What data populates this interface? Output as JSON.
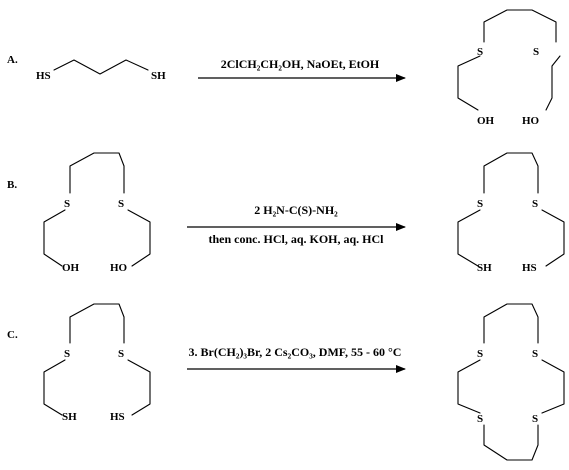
{
  "scheme": {
    "step_a": {
      "label": "A.",
      "reactant": {
        "left_group": "HS",
        "right_group": "SH"
      },
      "conditions": "2ClCH₂CH₂OH, NaOEt, EtOH",
      "product": {
        "s_left": "S",
        "s_right": "S",
        "end_left": "OH",
        "end_right": "HO"
      }
    },
    "step_b": {
      "label": "B.",
      "reactant": {
        "s_left": "S",
        "s_right": "S",
        "end_left": "OH",
        "end_right": "HO"
      },
      "conditions_top": "2 H₂N-C(S)-NH₂",
      "conditions_bottom": "then conc. HCl, aq. KOH, aq. HCl",
      "product": {
        "s_left": "S",
        "s_right": "S",
        "end_left": "SH",
        "end_right": "HS"
      }
    },
    "step_c": {
      "label": "C.",
      "reactant": {
        "s_left": "S",
        "s_right": "S",
        "end_left": "SH",
        "end_right": "HS"
      },
      "conditions": "3. Br(CH₂)₃Br, 2  Cs₂CO₃, DMF, 55 - 60 °C",
      "product": {
        "s_top_left": "S",
        "s_top_right": "S",
        "s_bottom_left": "S",
        "s_bottom_right": "S"
      }
    }
  }
}
